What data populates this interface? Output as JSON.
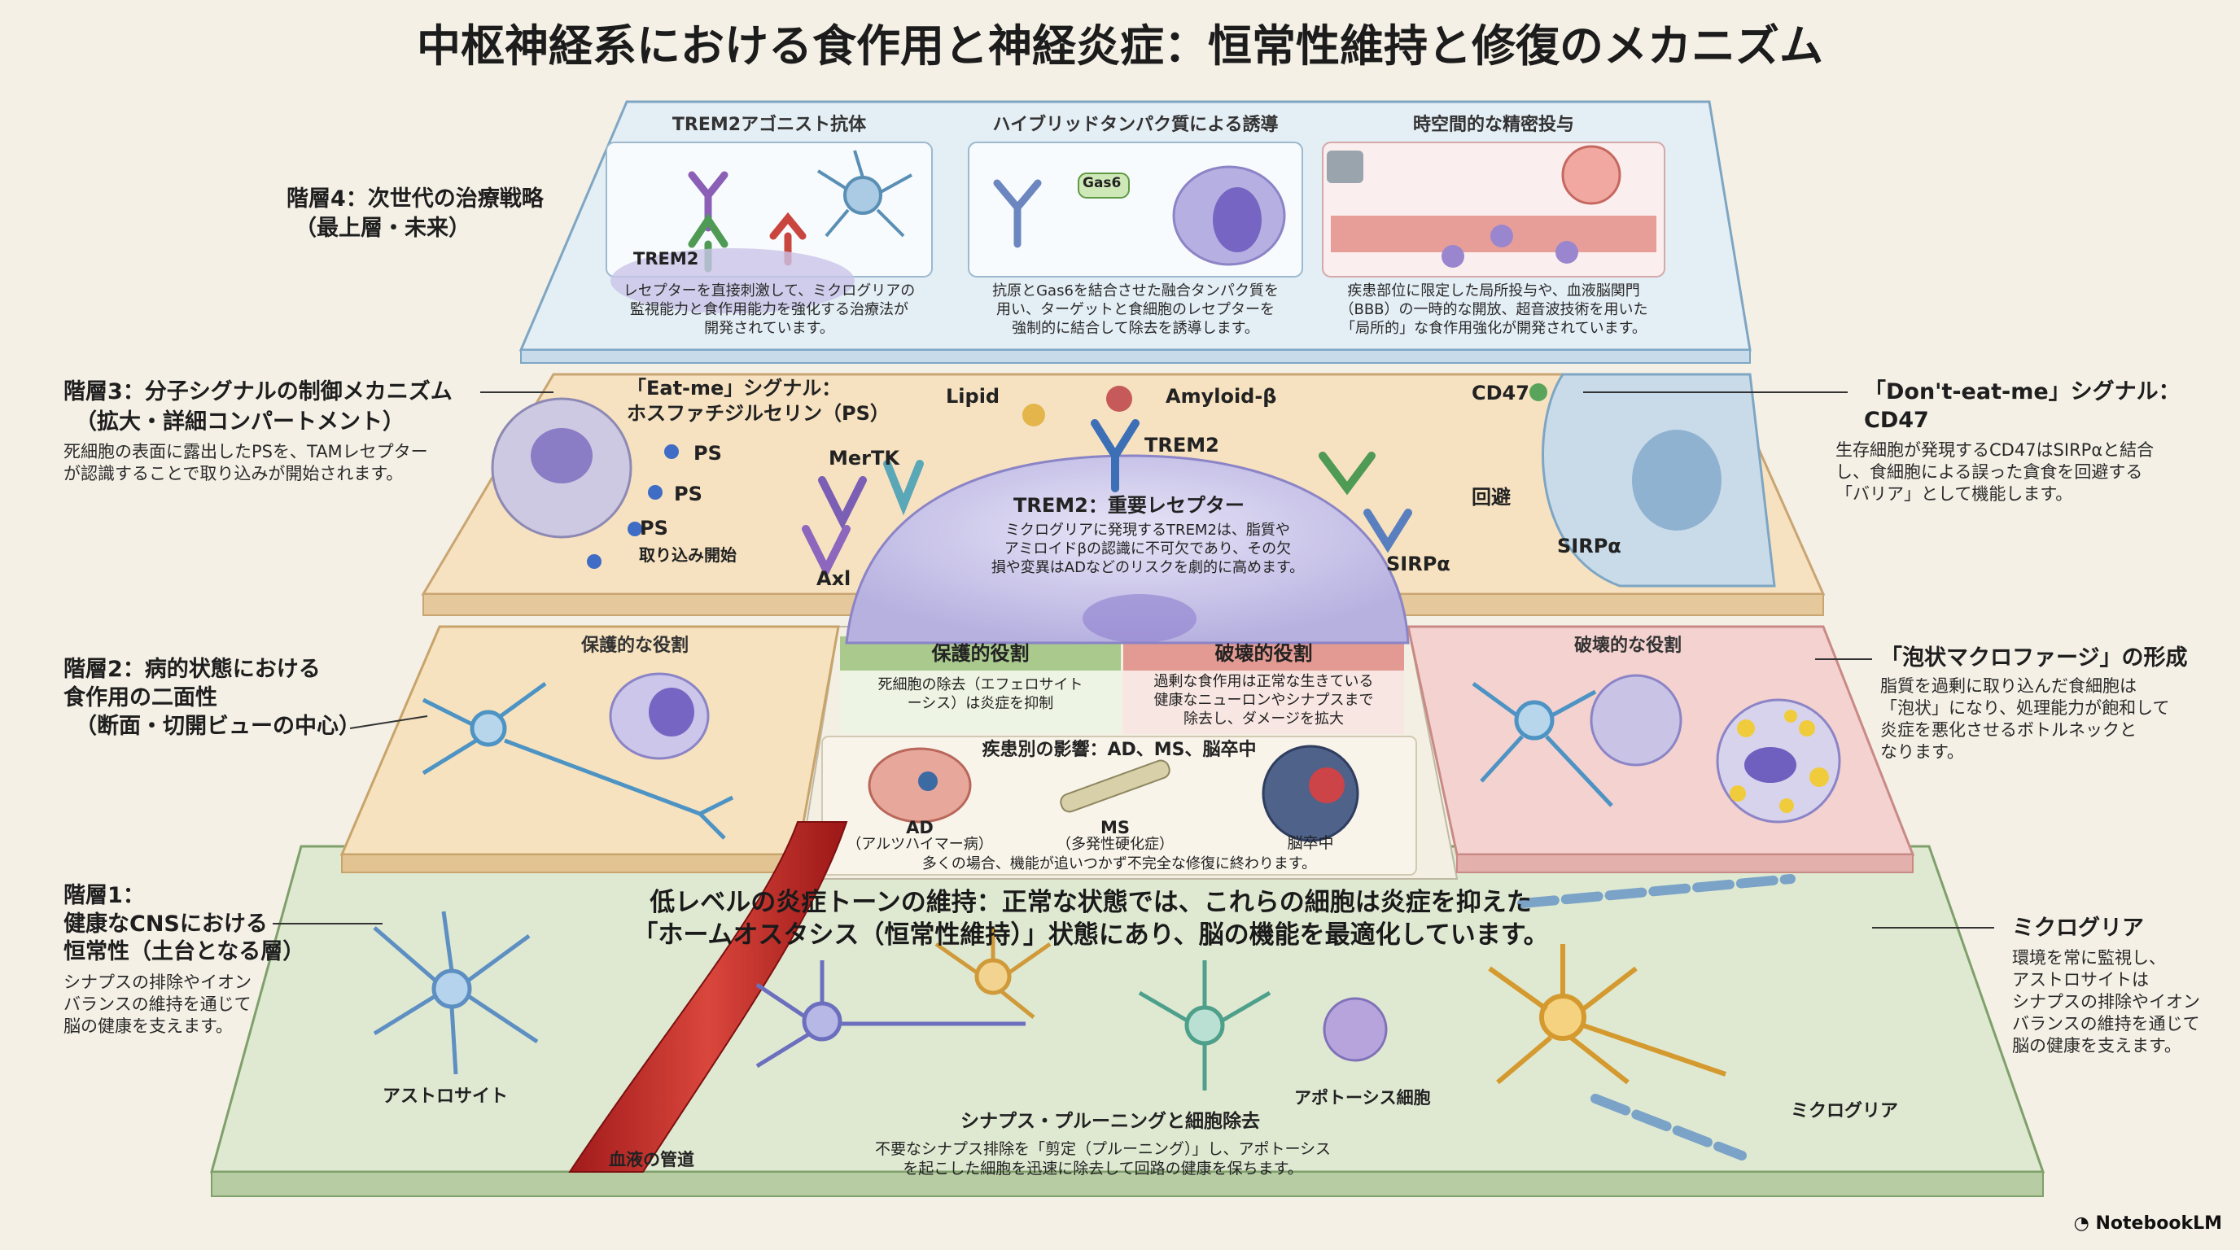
{
  "title": "中枢神経系における食作用と神経炎症：恒常性維持と修復のメカニズム",
  "layer4": {
    "label": "階層4：次世代の治療戦略",
    "label_sub": "（最上層・未来）",
    "panels": [
      {
        "head": "TREM2アゴニスト抗体",
        "tag": "TREM2",
        "caption": "レセプターを直接刺激して、ミクログリアの\n監視能力と食作用能力を強化する治療法が\n開発されています。"
      },
      {
        "head": "ハイブリッドタンパク質による誘導",
        "tag": "Gas6",
        "caption": "抗原とGas6を結合させた融合タンパク質を\n用い、ターゲットと食細胞のレセプターを\n強制的に結合して除去を誘導します。"
      },
      {
        "head": "時空間的な精密投与",
        "caption": "疾患部位に限定した局所投与や、血液脳関門\n（BBB）の一時的な開放、超音波技術を用いた\n「局所的」な食作用強化が開発されています。"
      }
    ]
  },
  "layer3": {
    "label": "階層3：分子シグナルの制御メカニズム",
    "label_sub": "（拡大・詳細コンパートメント）",
    "desc": "死細胞の表面に露出したPSを、TAMレセプター\nが認識することで取り込みが開始されます。",
    "eatme": "「Eat-me」シグナル：\nホスファチジルセリン（PS）",
    "ps": "PS",
    "uptake": "取り込み開始",
    "lipid": "Lipid",
    "amyloid": "Amyloid-β",
    "trem2": "TREM2",
    "mertk": "MerTK",
    "axl": "Axl",
    "center_head": "TREM2：重要レセプター",
    "center_body": "ミクログリアに発現するTREM2は、脂質や\nアミロイドβの認識に不可欠であり、その欠\n損や変異はADなどのリスクを劇的に高めます。",
    "sirpa": "SIRPα",
    "cd47": "CD47",
    "avoid": "回避",
    "dontEat_head": "「Don't-eat-me」シグナル：\nCD47",
    "dontEat_desc": "生存細胞が発現するCD47はSIRPαと結合\nし、食細胞による誤った貪食を回避する\n「バリア」として機能します。"
  },
  "layer2": {
    "label": "階層2：病的状態における\n食作用の二面性",
    "label_sub": "（断面・切開ビューの中心）",
    "left_head": "保護的な役割",
    "right_head": "破壊的な役割",
    "prot_head": "保護的役割",
    "prot_body": "死細胞の除去（エフェロサイト\nーシス）は炎症を抑制",
    "dest_head": "破壊的役割",
    "dest_body": "過剰な食作用は正常な生きている\n健康なニューロンやシナプスまで\n除去し、ダメージを拡大",
    "disease_head": "疾患別の影響：AD、MS、脳卒中",
    "ad": "AD",
    "ad_sub": "（アルツハイマー病）",
    "ms": "MS",
    "ms_sub": "（多発性硬化症）",
    "stroke": "脳卒中",
    "disease_note": "多くの場合、機能が追いつかず不完全な修復に終わります。",
    "foam_head": "「泡状マクロファージ」の形成",
    "foam_body": "脂質を過剰に取り込んだ食細胞は\n「泡状」になり、処理能力が飽和して\n炎症を悪化させるボトルネックと\nなります。"
  },
  "layer1": {
    "label": "階層1：\n健康なCNSにおける\n恒常性（土台となる層）",
    "label_sub": "シナプスの排除やイオン\nバランスの維持を通じて\n脳の健康を支えます。",
    "banner": "低レベルの炎症トーンの維持：正常な状態では、これらの細胞は炎症を抑えた\n「ホームオスタシス（恒常性維持）」状態にあり、脳の機能を最適化しています。",
    "astro": "アストロサイト",
    "vessel": "血液の管道",
    "pruning_head": "シナプス・プルーニングと細胞除去",
    "pruning_body": "不要なシナプス排除を「剪定（プルーニング）」し、アポトーシス\nを起こした細胞を迅速に除去して回路の健康を保ちます。",
    "apoptotic": "アポトーシス細胞",
    "micro_in": "ミクログリア",
    "micro_head": "ミクログリア",
    "micro_body": "環境を常に監視し、\nアストロサイトは\nシナプスの排除やイオン\nバランスの維持を通じて\n脳の健康を支えます。"
  },
  "brand": "NotebookLM",
  "colors": {
    "layer4_fill": "#e4eef5",
    "layer3_fill": "#f6e2c0",
    "layer2_left": "#f6e2bf",
    "layer2_right": "#f4d2d0",
    "layer1_fill": "#dfe9d2",
    "microglia_center": "#c9c5ea"
  }
}
